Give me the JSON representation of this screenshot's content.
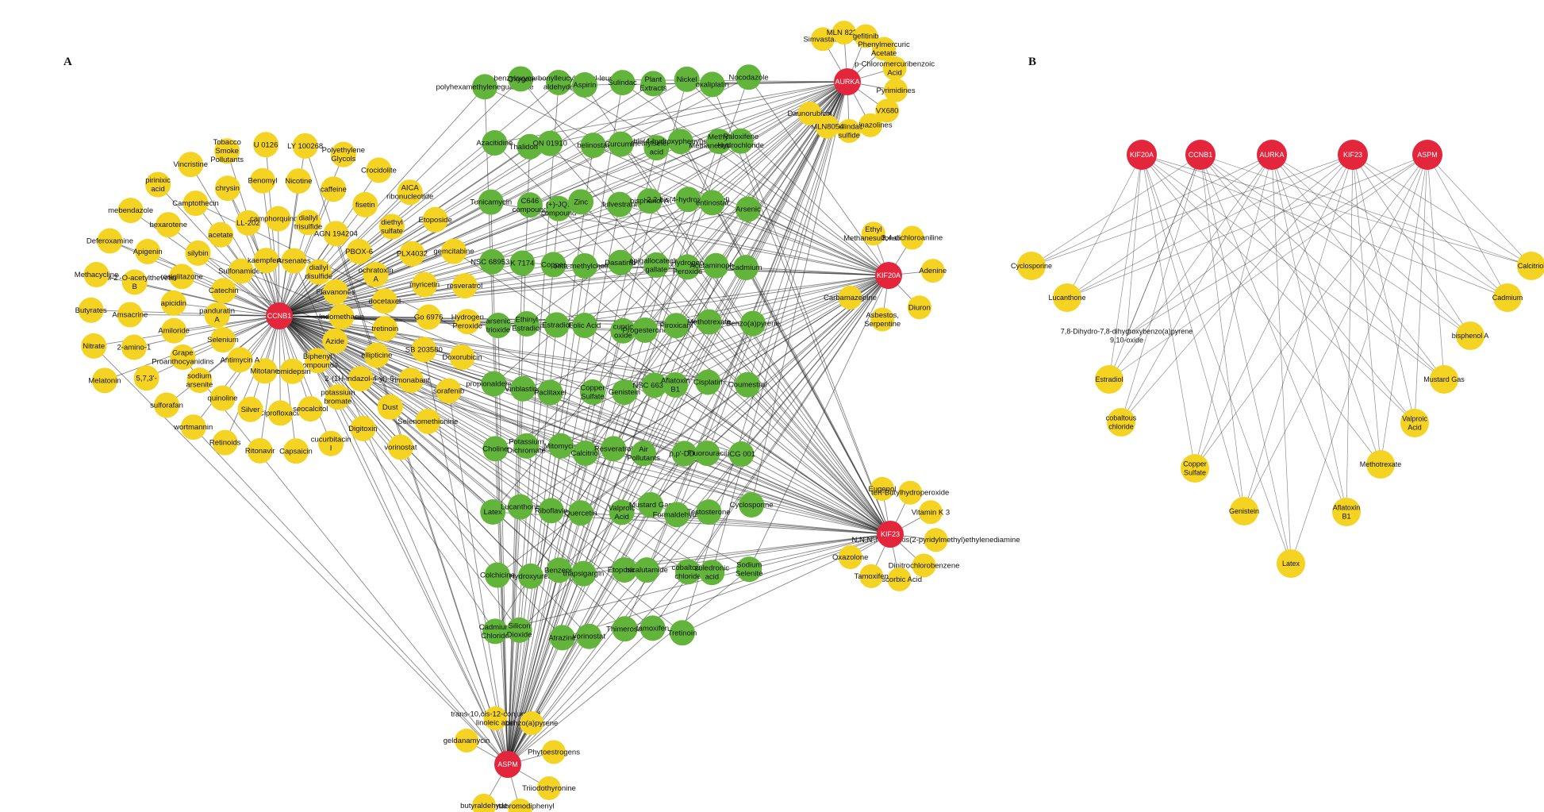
{
  "panels": {
    "a": {
      "label": "A"
    },
    "b": {
      "label": "B"
    }
  },
  "colors": {
    "gene": "#e3263c",
    "shared_compound": "#62b53a",
    "compound": "#f5d323"
  },
  "network_a": {
    "hubs": [
      "CCNB1",
      "AURKA",
      "KIF20A",
      "KIF23",
      "ASPM"
    ],
    "yellow_cluster": [
      "Biphenyl Compounds",
      "romidepsin",
      "Mitotane",
      "Antimycin A",
      "Selenium",
      "panduratin A",
      "Catechin",
      "Sulfonamides",
      "kaempferol",
      "Arsenates",
      "diallyl disulfide",
      "Flavanones",
      "Indomethacin",
      "Azide",
      "Ciprofloxacin",
      "Silver",
      "quinoline",
      "sodium arsenite",
      "Grape Proanthocyanidins",
      "Amiloride",
      "apicidin",
      "rosiglitazone",
      "silybin",
      "acetate",
      "LL-202",
      "camphorquinone",
      "diallyl trisulfide",
      "AGN 194204",
      "PBOX-6",
      "ochratoxin A",
      "docetaxel",
      "tretinoin",
      "ellipticine",
      "2-(1H-indazol-4-yl)-6-",
      "potassium bromate",
      "seocalcitol",
      "wortmannin",
      "sulforafan",
      "5,7,3'-",
      "2-amino-1",
      "Amsacrine",
      "2'-epi-2'-O-acetylthevetin B",
      "Apigenin",
      "bexarotene",
      "Camptothecin",
      "chrysin",
      "Benomyl",
      "Nicotine",
      "caffeine",
      "fisetin",
      "diethyl sulfate",
      "PLX4032",
      "myricetin",
      "Go 6976",
      "SB 203580",
      "rimonabant",
      "Dust",
      "Digitoxin",
      "cucurbitacin I",
      "Capsaicin",
      "Ritonavir",
      "Retinoids",
      "Melatonin",
      "Nitrate",
      "Butyrates",
      "Methacycline",
      "Deferoxamine",
      "mebendazole",
      "pirinixic acid",
      "Vincristine",
      "Tobacco Smoke Pollutants",
      "U 0126",
      "LY 100268",
      "Polyethylene Glycols",
      "Crocidolite",
      "AICA ribonucleotide",
      "Etoposide",
      "gemcitabine",
      "resveratrol",
      "Hydrogen Peroxide",
      "Doxorubicin",
      "sorafenib",
      "Selenomethionine",
      "vorinostat"
    ],
    "green_cluster": [
      "polyhexamethyleneguanidine",
      "Oxygen",
      "benzyloxycarbonylleucyl-leucyl-leucine aldehyde",
      "Aspirin",
      "Sulindac",
      "Plant Extracts",
      "Nickel",
      "oxaliplatin",
      "Nocodazole",
      "Azacitidine",
      "Thalidomide",
      "ON 01910",
      "belinostat",
      "Curcumin",
      "methylseleninic acid",
      "bis(4-hydroxyphenyl)sulfone",
      "Methyl Methanesulfonate",
      "Raloxifene Hydrochloride",
      "Tunicamycin",
      "C646 compound",
      "(+)-JQ1 compound",
      "Zinc",
      "fulvestrant",
      "bisphenol A",
      "2,2-bis(4-hydroxyphenyl)",
      "entinostat",
      "Arsenic",
      "NSC 689534",
      "K 7174",
      "Copper",
      "beta-methylcholine",
      "Dasatinib",
      "epigallocatechin gallate",
      "Hydrogen Peroxide",
      "Acetaminophen",
      "Cadmium",
      "arsenic trioxide",
      "Ethinyl Estradiol",
      "Estradiol",
      "Folic Acid",
      "cupric oxide",
      "Progesterone",
      "Piroxicam",
      "Methotrexate",
      "Benzo(a)pyrene",
      "propionaldehyde",
      "Vinblastine",
      "Paclitaxel",
      "Copper Sulfate",
      "Genistein",
      "NSC 663284",
      "Aflatoxin B1",
      "Cisplatin",
      "Coumestrol",
      "Choline",
      "Potassium Dichromate",
      "Mitomycin",
      "Calcitriol",
      "Resveratrol",
      "Air Pollutants",
      "p,p'-DDT",
      "Fluorouracil",
      "ICG 001",
      "Latex",
      "Lucanthone",
      "Riboflavin",
      "Quercetin",
      "Valproic Acid",
      "Mustard Gas",
      "Formaldehyde",
      "Testosterone",
      "Cyclosporine",
      "Colchicine",
      "Hydroxyurea",
      "Benzene",
      "thapsigargin",
      "Etoposide",
      "bicalutamide",
      "cobaltous chloride",
      "zoledronic acid",
      "Sodium Selenite",
      "Cadmium Chloride",
      "Silicon Dioxide",
      "Atrazine",
      "vorinostat",
      "Thimerosal",
      "tamoxifen",
      "Tretinoin"
    ],
    "aurka_leaves": [
      "Simvastatin",
      "MLN 8237",
      "gefitinib",
      "Phenylmercuric Acetate",
      "p-Chloromercuribenzoic Acid",
      "Pyrimidines",
      "VX680",
      "Quinazolines",
      "sulindac sulfide",
      "MLN8054",
      "Daunorubicin"
    ],
    "kif20a_leaves": [
      "Ethyl Methanesulfonate",
      "3,4-dichloroaniline",
      "Adenine",
      "Diuron",
      "Asbestos, Serpentine",
      "Carbamazepine"
    ],
    "kif23_leaves": [
      "Eugenol",
      "tert-Butylhydroperoxide",
      "Vitamin K 3",
      "N,N,N',N'-tetrakis(2-pyridylmethyl)ethylenediamine",
      "Dinitrochlorobenzene",
      "Ascorbic Acid",
      "Tamoxifen",
      "Oxazolone"
    ],
    "aspm_leaves": [
      "geldanamycin",
      "trans-10,cis-12-conjugated linoleic acid",
      "benzo(a)pyrene",
      "Phytoestrogens",
      "Triiodothyronine",
      "pentabromodiphenyl ether",
      "butyraldehyde"
    ]
  },
  "network_b": {
    "genes": [
      "KIF20A",
      "CCNB1",
      "AURKA",
      "KIF23",
      "ASPM"
    ],
    "compounds": [
      "Cyclosporine",
      "Lucanthone",
      "7,8-Dihydro-7,8-dihydroxybenzo(a)pyrene 9,10-oxide",
      "Estradiol",
      "cobaltous chloride",
      "Copper Sulfate",
      "Genistein",
      "Latex",
      "Aflatoxin B1",
      "Methotrexate",
      "Valproic Acid",
      "Mustard Gas",
      "bisphenol A",
      "Cadmium",
      "Calcitriol"
    ]
  }
}
